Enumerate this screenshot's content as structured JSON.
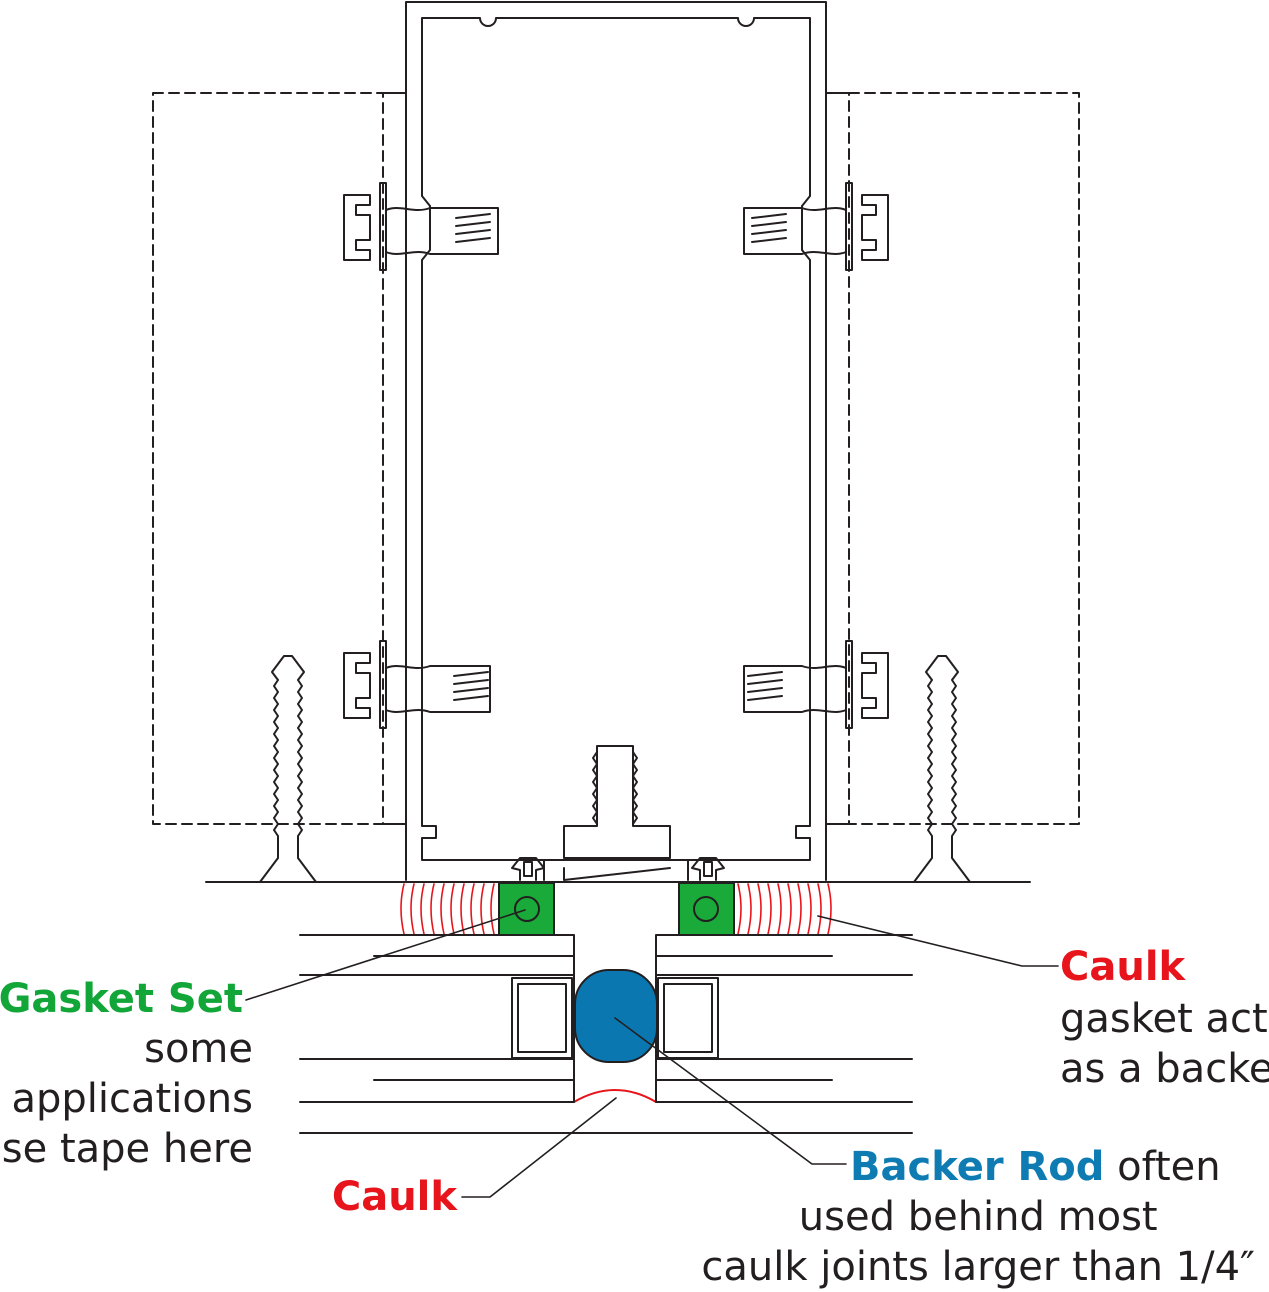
{
  "labels": {
    "gasket_title": "Gasket Set",
    "gasket_desc": [
      "some",
      "applications",
      "use tape here"
    ],
    "caulk_right_title": "Caulk",
    "caulk_right_desc": [
      "gasket acts",
      "as a backer"
    ],
    "backer_title": "Backer Rod",
    "backer_desc_1": "often",
    "backer_desc": [
      "used behind most",
      "caulk joints larger than 1/4″"
    ],
    "caulk_bottom_title": "Caulk"
  },
  "colors": {
    "line": "#231f20",
    "gasket": "#1aaa3a",
    "caulk": "#e8141c",
    "backer_rod": "#0a77b0",
    "gasket_label": "#12a538",
    "caulk_label": "#e8141c",
    "backer_label": "#0e7cb3"
  }
}
